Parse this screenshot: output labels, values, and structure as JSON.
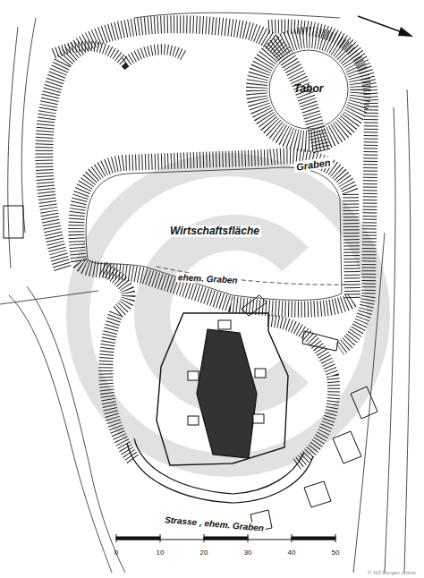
{
  "diagram": {
    "nodes": [
      {
        "text": [
          "Tabor"
        ]
      }
    ],
    "labels": [
      "Graben",
      "Wirtschaftsfläche",
      "ehem. Graben",
      "Strasse , ehem. Graben",
      "0",
      "10",
      "20",
      "30",
      "40",
      "50",
      "© NÖ Burgen online"
    ]
  }
}
